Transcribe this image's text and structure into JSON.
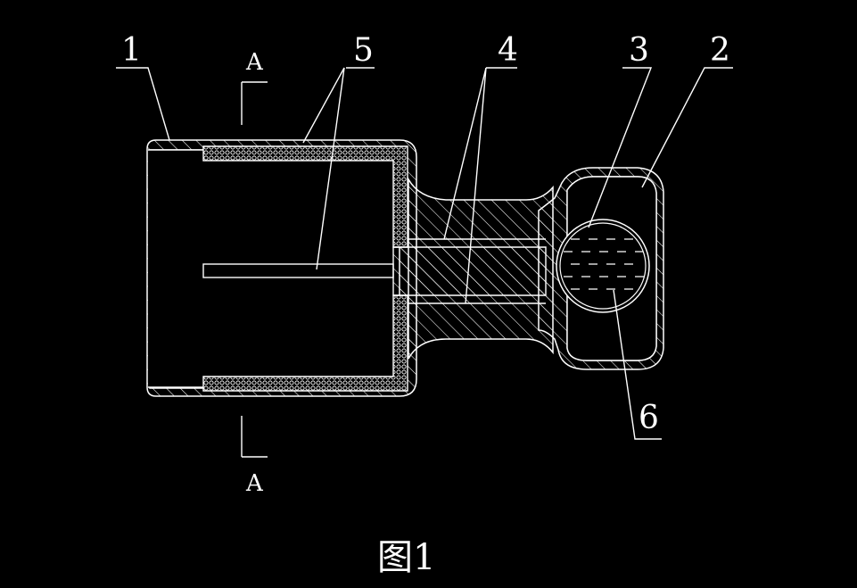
{
  "labels": {
    "part1": "1",
    "part2": "2",
    "part3": "3",
    "part4": "4",
    "part5": "5",
    "part6": "6"
  },
  "section": {
    "top": "A",
    "bottom": "A"
  },
  "caption": "图1",
  "colors": {
    "background": "#000000",
    "line": "#ffffff"
  }
}
